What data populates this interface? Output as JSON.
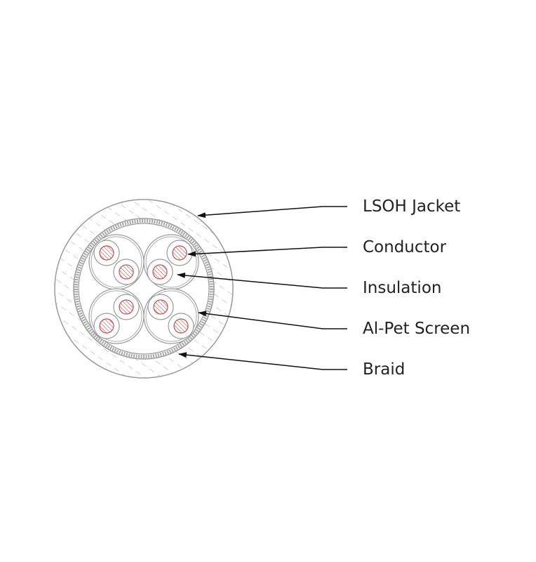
{
  "title": "Cable cross-section",
  "labels": [
    {
      "id": "jacket",
      "text": "LSOH Jacket"
    },
    {
      "id": "conductor",
      "text": "Conductor"
    },
    {
      "id": "insulation",
      "text": "Insulation"
    },
    {
      "id": "screen",
      "text": "Al-Pet Screen"
    },
    {
      "id": "braid",
      "text": "Braid"
    }
  ],
  "colors": {
    "line": "#888888",
    "conductor": "#c0504d",
    "arrow": "#111111",
    "text": "#222222"
  }
}
